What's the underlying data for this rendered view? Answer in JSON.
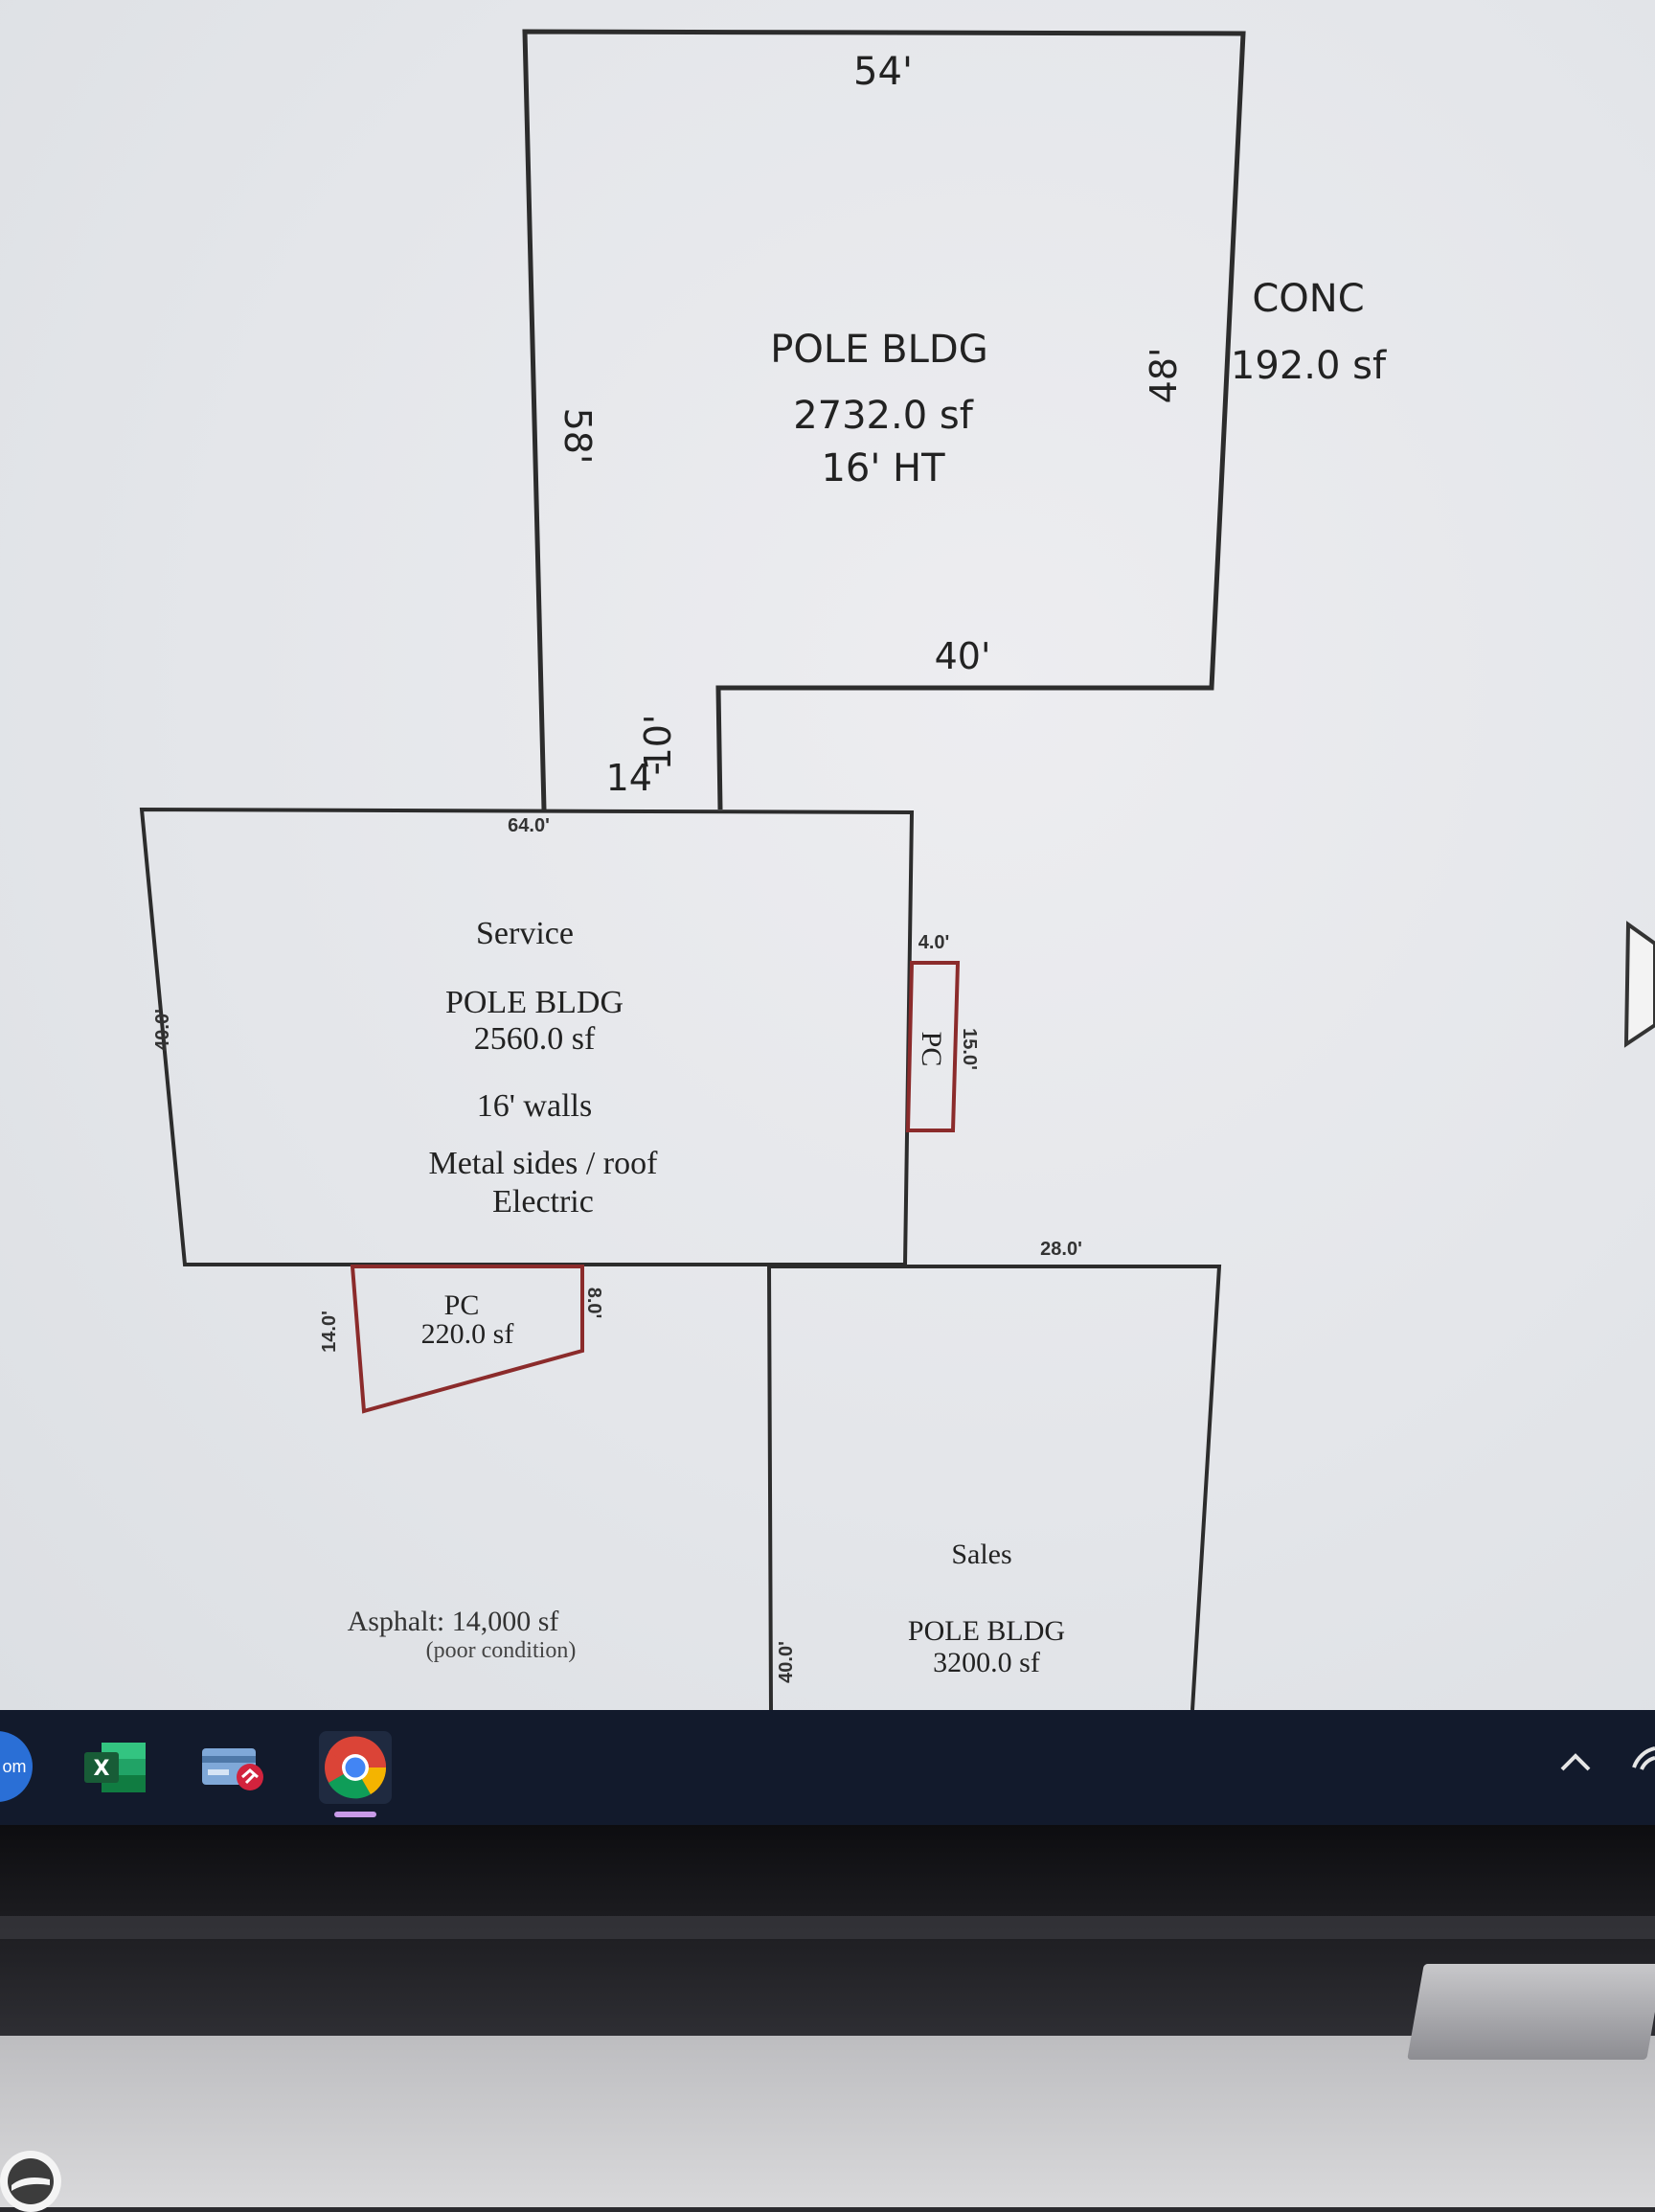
{
  "upper_building": {
    "top_dim": "54'",
    "left_dim": "58'",
    "right_dim": "48'",
    "inner_bottom_dim": "40'",
    "inner_step_dim": "10'",
    "lower_left_dim": "14'",
    "name": "POLE BLDG",
    "area": "2732.0 sf",
    "height": "16' HT"
  },
  "conc_slab": {
    "name": "CONC",
    "area": "192.0 sf"
  },
  "service_building": {
    "top_dim": "64.0'",
    "left_dim": "40.0'",
    "use": "Service",
    "name": "POLE BLDG",
    "area": "2560.0 sf",
    "walls": "16' walls",
    "materials": "Metal sides / roof",
    "utility": "Electric"
  },
  "small_pc": {
    "label": "PC",
    "top_dim": "4.0'",
    "side_dim": "15.0'"
  },
  "lower_pc": {
    "label": "PC",
    "area": "220.0 sf",
    "left_dim": "14.0'",
    "right_dim": "8.0'"
  },
  "sales_building": {
    "top_dim": "28.0'",
    "left_dim": "40.0'",
    "use": "Sales",
    "name": "POLE BLDG",
    "area": "3200.0 sf"
  },
  "asphalt": {
    "label": "Asphalt: 14,000 sf",
    "note": "(poor condition)"
  },
  "taskbar": {
    "partial_app_text": "om",
    "excel_letter": "X",
    "apps": [
      "excel-icon",
      "card-reader-icon",
      "chrome-icon"
    ]
  },
  "colors": {
    "line": "#2c2c2c",
    "pc_outline": "#8b2b2b",
    "taskbar": "#121a2c"
  }
}
